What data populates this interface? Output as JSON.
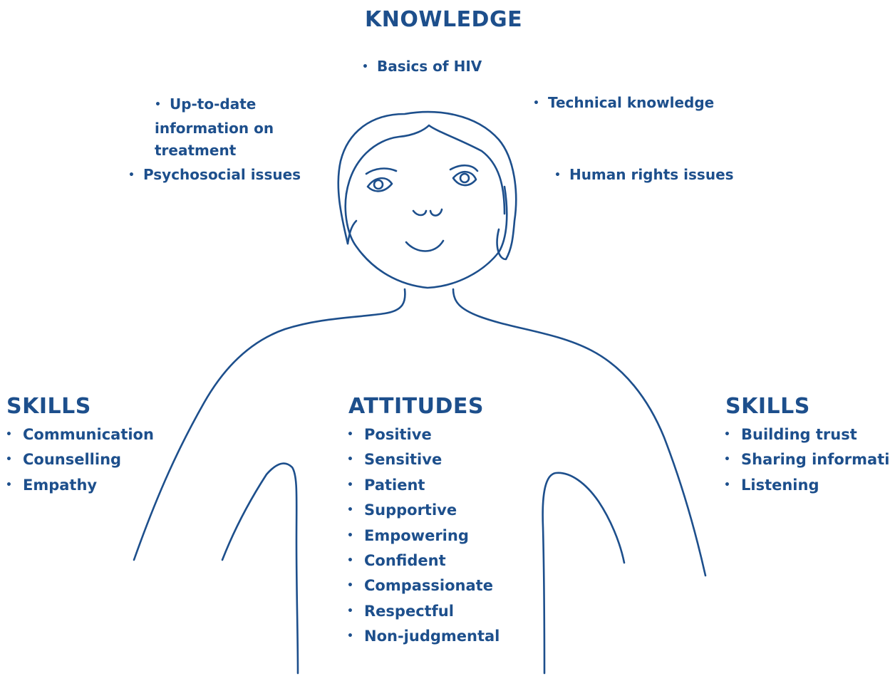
{
  "colors": {
    "ink": "#1d4f8c"
  },
  "knowledge": {
    "heading": "KNOWLEDGE",
    "items": [
      "Basics of HIV",
      "Up-to-date information on treatment",
      "Technical knowledge",
      "Psychosocial issues",
      "Human rights issues"
    ]
  },
  "skills_left": {
    "heading": "SKILLS",
    "items": [
      "Communication",
      "Counselling",
      "Empathy"
    ]
  },
  "attitudes": {
    "heading": "ATTITUDES",
    "items": [
      "Positive",
      "Sensitive",
      "Patient",
      "Supportive",
      "Empowering",
      "Confident",
      "Compassionate",
      "Respectful",
      "Non-judgmental"
    ]
  },
  "skills_right": {
    "heading": "SKILLS",
    "items": [
      "Building trust",
      "Sharing information",
      "Listening"
    ]
  }
}
